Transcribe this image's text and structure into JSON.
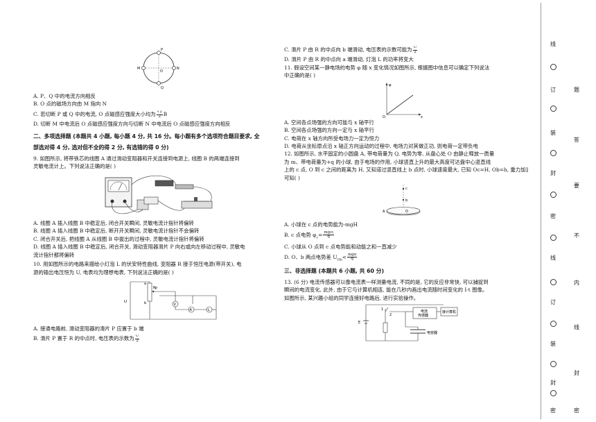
{
  "left": {
    "fig1": {
      "label_p": "P",
      "label_q": "Q",
      "label_m": "M",
      "label_n": "N",
      "label_o": "O"
    },
    "prev_options": {
      "a": "A. P、Q 中的电流方向相反",
      "b": "B. O 点的磁场方向由 M 指向 N",
      "c_pre": "C. 若切断 P 或 Q 中的电流, O 点磁感应强度大小均为",
      "c_num": "√2",
      "c_den": "2",
      "c_post": "B",
      "d": "D. 切断 M 中电流后 O 点磁感应强度方向与切断 N 中电流后 O 点磁感应强度方向相反"
    },
    "section2": {
      "line1": "二、多项选择题 (本题共 4 小题, 每小题 4 分, 共 16 分。每小题有多个选项符合题目要求, 全",
      "line2": "部选对得 4 分, 选对但不全的得 2 分, 有选错的得 0 分)"
    },
    "q9": {
      "line1": "9. 如图所示, 将带铁芯的线圈 A 通过滑动变阻器和开关连接到电源上, 线圈 B 的两端连接到",
      "line2": "灵敏电流计上。下列说法正确的是(        )",
      "a": "A. 线圈 A 插入线圈 B 中稳定后, 闭合开关瞬间, 灵敏电流计指针将偏转",
      "b": "B. 线圈 A 插入线圈 B 中稳定后, 断开开关瞬间, 灵敏电流计指针不会偏转",
      "c": "C. 闭合开关后, 把线圈 A 从线圈 B 中拔出的过程中, 灵敏电流计指针将偏转",
      "d1": "D. 线圈 A 插入线圈 B 中稳定后, 闭合开关, 滑动变阻器滑片 P 向右或向左移动过程中, 灵敏电",
      "d2": "流计指针都将偏转"
    },
    "q10": {
      "line1": "10. 用如图所示的电路来描绘小灯泡 L 的伏安特性曲线, 变阻器 R 接于恒压电源(带开关), 电",
      "line2": "源的输出电压恒为 U, 电表均为理想电表, 下列说法正确的是(        )",
      "fig": {
        "u": "U",
        "r": "R",
        "a": "a",
        "b": "b",
        "p": "P",
        "v": "V",
        "am": "A",
        "l": "L"
      },
      "a": "A. 接通电路前, 滑动变阻器的滑片 P 应置于 b 端",
      "b_pre": "B. 滑片 P 置于 R 的中点时, 电压表的示数为",
      "b_num": "U",
      "b_den": "2"
    }
  },
  "right": {
    "q10_cont": {
      "c_pre": "C. 滑片 P 由 R 的中点向 b 端滑动, 电压表的示数可能为",
      "c_num": "U",
      "c_den": "2",
      "d": "D. 滑片 P 由 R 的中点向 a 端滑动, 灯泡 L 的功率将变大"
    },
    "q11": {
      "line1": "11. 假设空间某一静电场的电势 φ 随 x 变化情况如图所示, 根据图中信息可以确定下列说法",
      "line2": "中正确的是(        )",
      "fig": {
        "phi": "φ",
        "o": "O",
        "x": "x"
      },
      "a": "A. 空间各点场强的方向可能与 x 轴平行",
      "b": "B. 空间各点场强的方向一定与 x 轴平行",
      "c": "C. 电荷在 x 轴方向所受电场力一定为恒力",
      "d": "D. 电荷从坐标原点沿 x 轴正方向运动的过程中, 电场力对其做正功, 则电荷一定带负电"
    },
    "q12": {
      "line1": "12. 如图所示, 水平固定的小圆盘 A, 带电荷量为 Q, 电势为零, 从盘心处 O 由静止释放一质量",
      "line2": "为 m、带电荷量为+q 的小球, 由于电场的作用, 小球竖直上升的最大高度可达盘中心竖直线",
      "line3": "上的 c 点, O 到 c 之间的距离为 H, 又知道过竖直线上 b 点时, 小球速度最大, 已知 Oc=H, Ob=h, 重力加速度为 g, 由此",
      "line4": "可知(        )",
      "fig": {
        "c": "c",
        "b": "b",
        "a": "A",
        "o": "O"
      },
      "a": "A. 小球在 c 点的电势能为-mgH",
      "b_pre": "B. c 点电势 φ",
      "b_sub": "c",
      "b_eq": "=",
      "b_num": "mgH",
      "b_den": "q",
      "c": "C. 小球从 O 点到 c 点电势能和动能之和一直减少",
      "d_pre": "D. O、b 两点电势差 U",
      "d_sub": "Ob",
      "d_lt": "<",
      "d_num": "mgh",
      "d_den": "q"
    },
    "section3": "三、非选择题 (本题共 6 小题, 共 60 分)",
    "q13": {
      "line1": "13. (6 分) 电流传感器可以像电流表一样测量电流, 不同的是, 它的反应非常快, 可以捕捉到",
      "line2": "瞬间的电流变化, 此外, 由于它与计算机相连, 能在几秒内画出电流随时间变化的 I-t 图像。",
      "line3": "如图所示, 某兴趣小组的同学连接好电路后, 进行实验操作。",
      "fig": {
        "e": "E",
        "s1": "1",
        "s2": "2",
        "sensor1": "电流",
        "sensor2": "传感器",
        "computer": "接计算机",
        "capacitor": "电容器"
      }
    }
  },
  "binding": {
    "inner_labels": [
      "线",
      "订",
      "装",
      "封",
      "密"
    ],
    "outer_labels": [
      "线",
      "订",
      "装",
      "封",
      "密"
    ],
    "notice_chars": [
      "题",
      "答",
      "要",
      "不",
      "内",
      "线",
      "封",
      "密"
    ]
  }
}
